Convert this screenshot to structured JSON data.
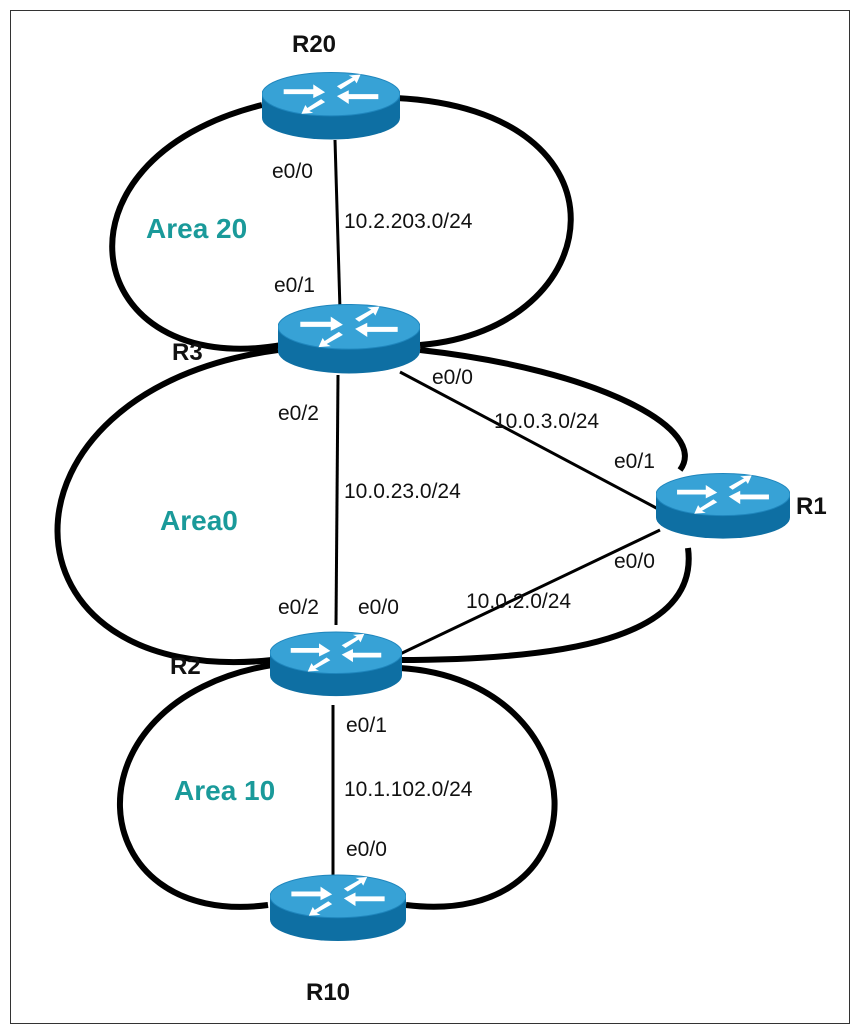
{
  "colors": {
    "area_text": "#1a9a9a",
    "router_top": "#37a2d6",
    "router_side": "#0e6fa3",
    "link": "#000000"
  },
  "routers": {
    "r20": "R20",
    "r3": "R3",
    "r1": "R1",
    "r2": "R2",
    "r10": "R10"
  },
  "areas": {
    "area20": "Area 20",
    "area0": "Area0",
    "area10": "Area 10"
  },
  "networks": {
    "r20_r3": "10.2.203.0/24",
    "r3_r1": "10.0.3.0/24",
    "r3_r2": "10.0.23.0/24",
    "r2_r1": "10.0.2.0/24",
    "r2_r10": "10.1.102.0/24"
  },
  "interfaces": {
    "r20_down": "e0/0",
    "r3_up": "e0/1",
    "r3_right": "e0/0",
    "r3_down": "e0/2",
    "r1_up": "e0/1",
    "r1_down": "e0/0",
    "r2_up": "e0/2",
    "r2_right": "e0/0",
    "r2_down": "e0/1",
    "r10_up": "e0/0"
  }
}
